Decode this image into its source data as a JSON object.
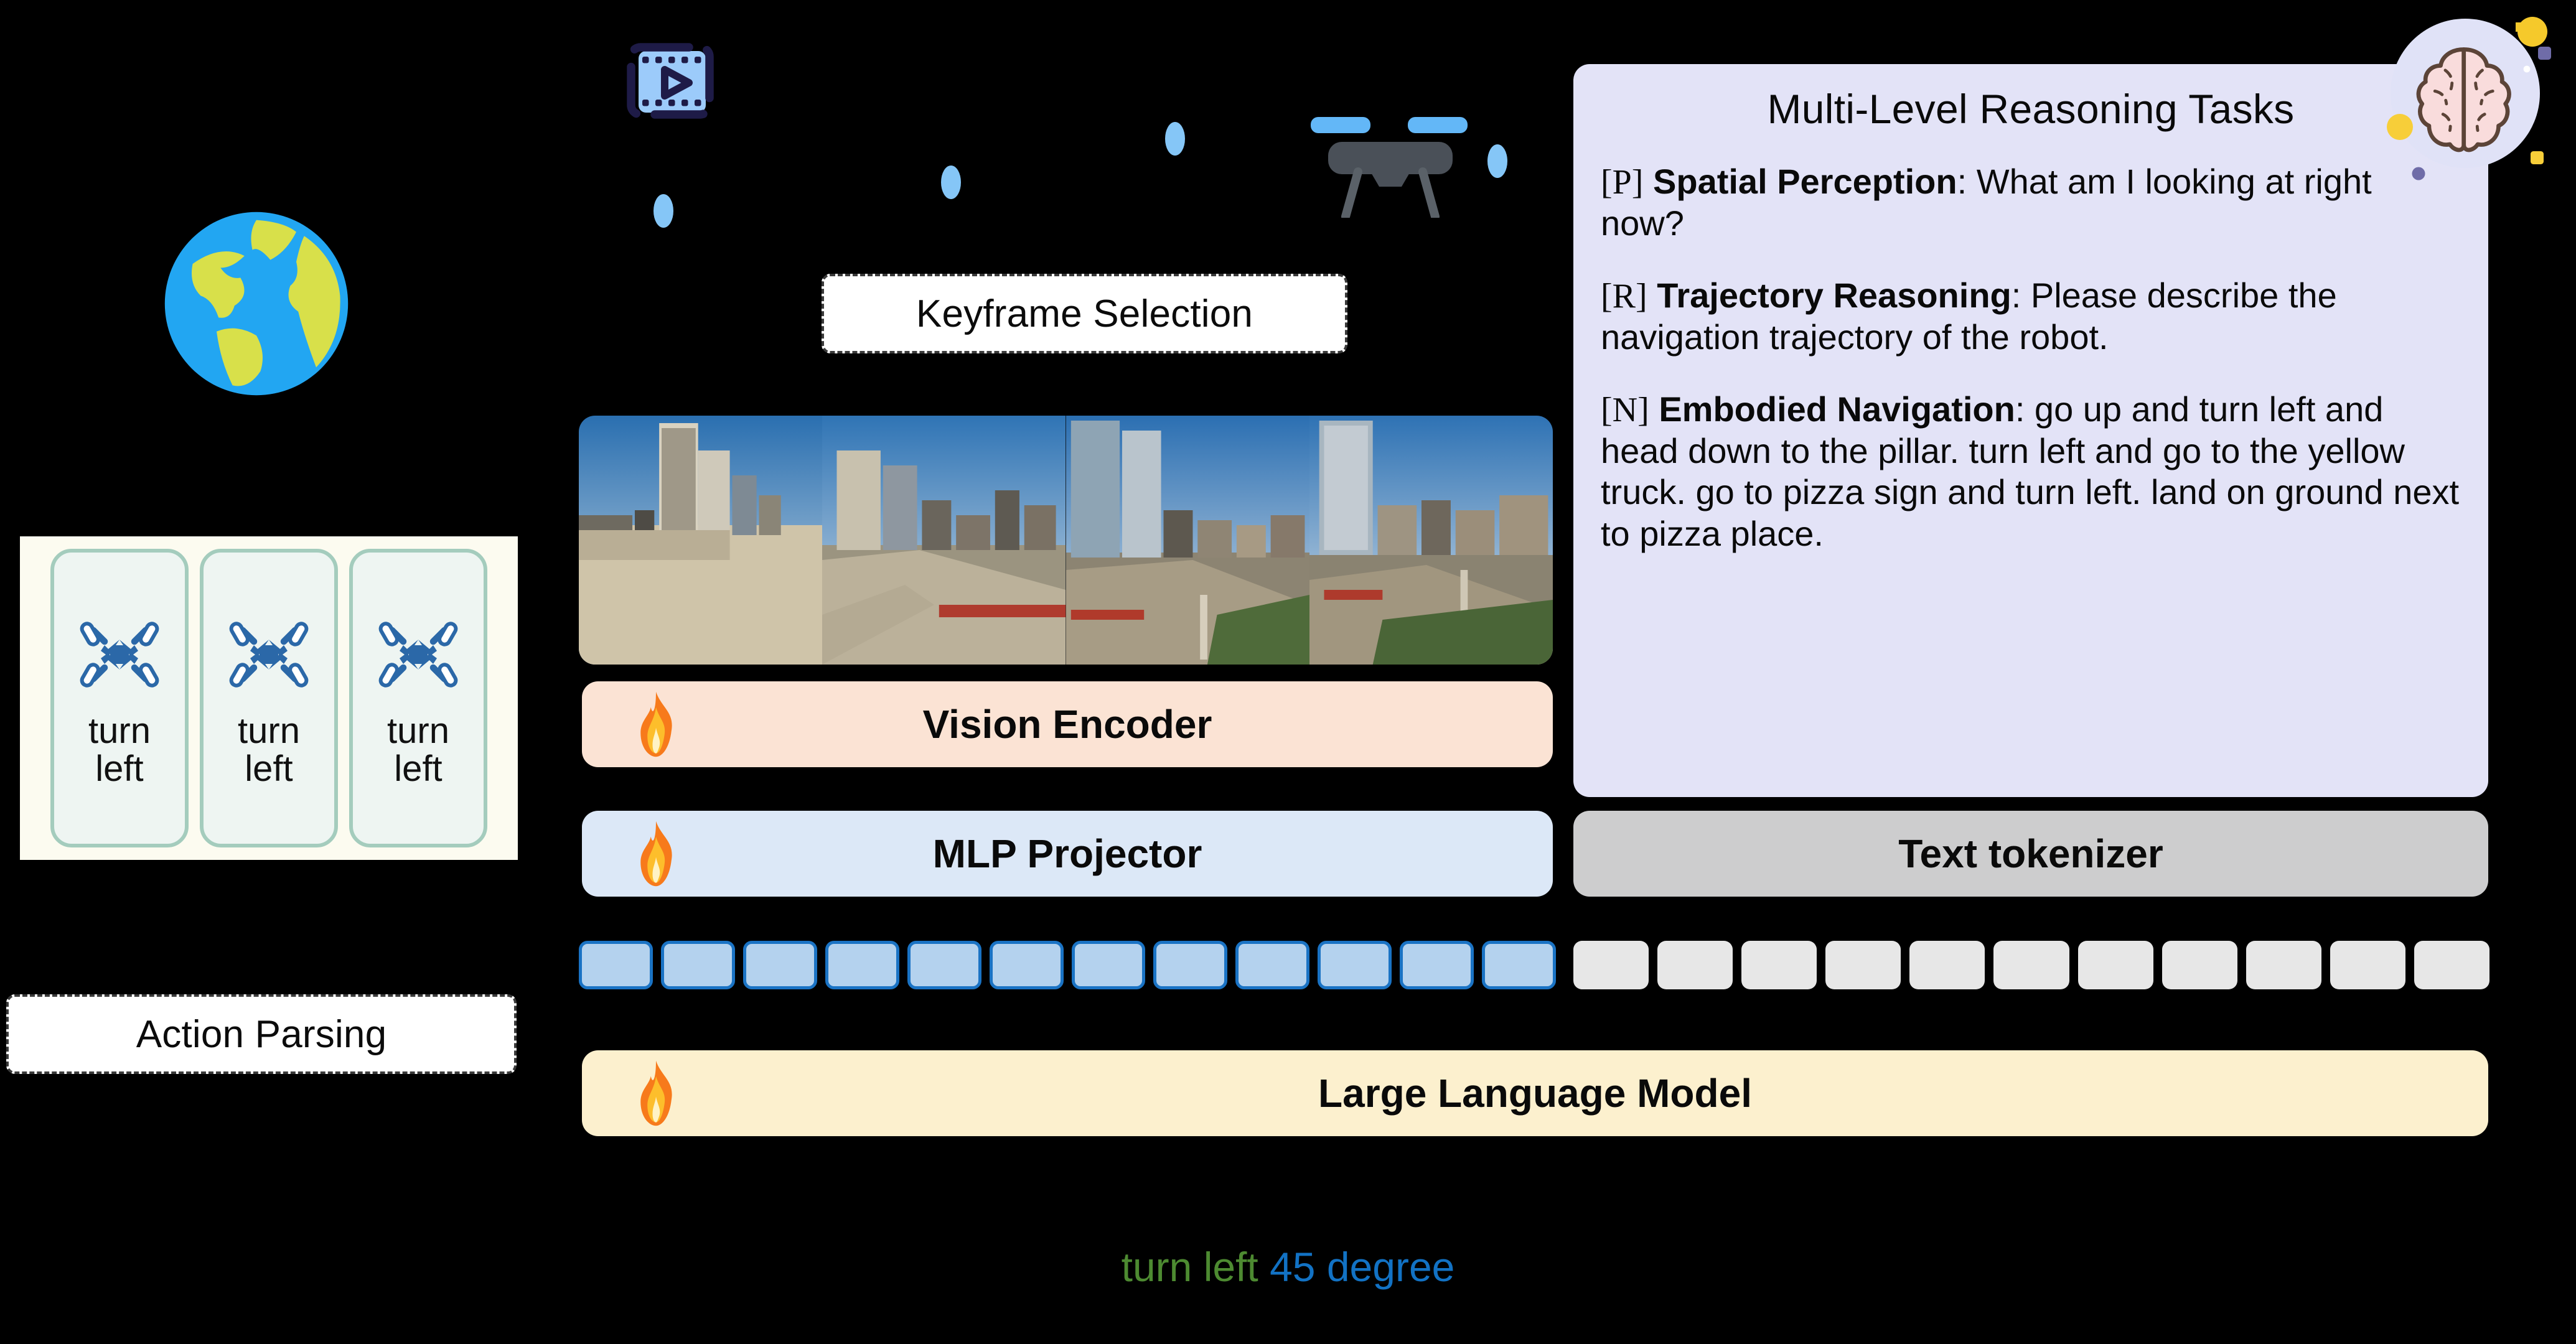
{
  "icons": {
    "globe": "globe-icon",
    "film": "video-frames-icon",
    "drone": "drone-icon",
    "brain": "brain-icon",
    "flame": "flame-icon"
  },
  "action_panel": {
    "name": "Action Parsing",
    "cards": [
      {
        "icon": "drone-icon",
        "label": "turn\nleft"
      },
      {
        "icon": "drone-icon",
        "label": "turn\nleft"
      },
      {
        "icon": "drone-icon",
        "label": "turn\nleft"
      }
    ]
  },
  "labels": {
    "action_parsing": "Action Parsing",
    "keyframe_selection": "Keyframe Selection"
  },
  "keyframes": {
    "count": 4,
    "description": "aerial city street view frames"
  },
  "modules": {
    "vision_encoder": {
      "label": "Vision Encoder",
      "flame": true,
      "color": "#FBE3D4"
    },
    "mlp_projector": {
      "label": "MLP Projector",
      "flame": true,
      "color": "#DCE8F7"
    },
    "text_tokenizer": {
      "label": "Text tokenizer",
      "flame": false,
      "color": "#CDCDCE"
    },
    "llm": {
      "label": "Large Language Model",
      "flame": true,
      "color": "#FCF0CE"
    }
  },
  "tokens": {
    "visual_count": 12,
    "visual_color": "#B4D2EE",
    "visual_border": "#1A73C4",
    "text_count": 11,
    "text_color": "#E7E7E7"
  },
  "reasoning": {
    "title": "Multi-Level Reasoning Tasks",
    "tasks": [
      {
        "tag": "[P]",
        "name": "Spatial Perception",
        "body": ": What am I looking at right now?"
      },
      {
        "tag": "[R]",
        "name": "Trajectory Reasoning",
        "body": ": Please describe the navigation trajectory of the robot."
      },
      {
        "tag": "[N]",
        "name": "Embodied Navigation",
        "body": ": go up and turn left and head down to the pillar. turn left and go to the yellow truck. go to pizza sign and turn left. land on ground next to pizza place."
      }
    ]
  },
  "output": {
    "action_text": "turn left",
    "action_color": "#4D8A31",
    "value_text": "45 degree",
    "value_color": "#1272C4"
  }
}
